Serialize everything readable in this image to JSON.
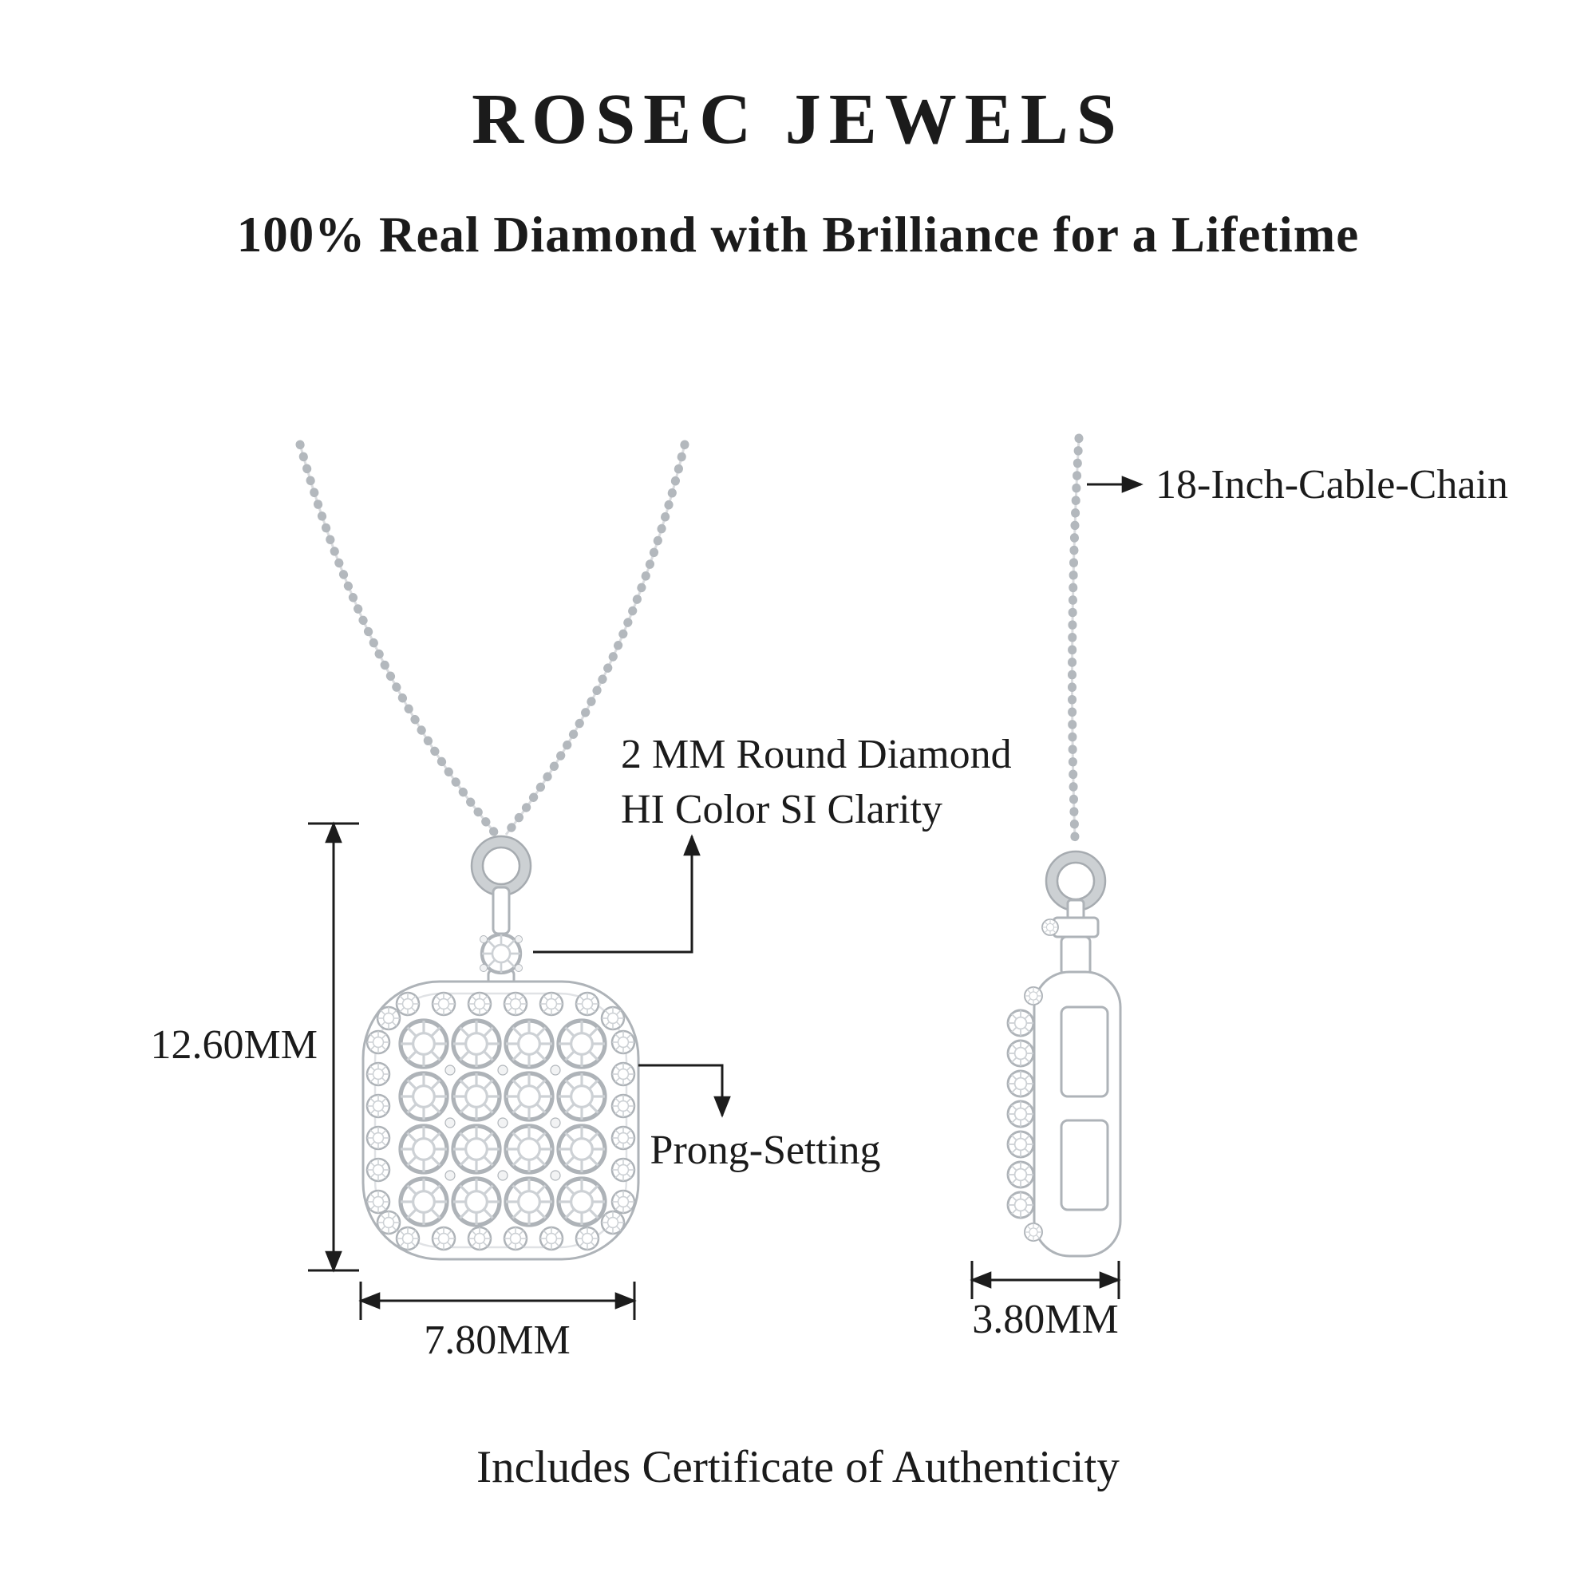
{
  "brand": {
    "title": "ROSEC JEWELS",
    "tagline": "100% Real Diamond with Brilliance for a Lifetime"
  },
  "annotations": {
    "chain_label": "18-Inch-Cable-Chain",
    "diamond_line1": "2 MM Round Diamond",
    "diamond_line2": "HI Color SI Clarity",
    "prong_label": "Prong-Setting"
  },
  "dimensions": {
    "pendant_height": "12.60MM",
    "pendant_width": "7.80MM",
    "pendant_depth": "3.80MM"
  },
  "footer": {
    "note": "Includes Certificate of Authenticity"
  },
  "colors": {
    "text": "#1b1b1b",
    "metal": "#aeb3b8",
    "diamond_facet": "#cdd1d5"
  }
}
